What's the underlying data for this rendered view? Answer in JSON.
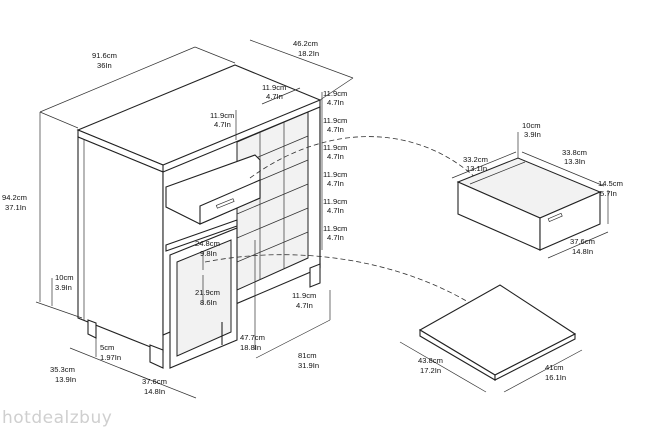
{
  "labels": {
    "width_cm": "91.6cm",
    "width_in": "36In",
    "depth_cm": "46.2cm",
    "depth_in": "18.2In",
    "height_cm": "94.2cm",
    "height_in": "37.1In",
    "base_cm": "10cm",
    "base_in": "3.9In",
    "leg_cm": "5cm",
    "leg_in": "1.97In",
    "inner_depth_cm": "35.3cm",
    "inner_depth_in": "13.9In",
    "door_w_cm": "37.6cm",
    "door_w_in": "14.8In",
    "door_h_cm": "47.7cm",
    "door_h_in": "18.8In",
    "rack_h_cm": "81cm",
    "rack_h_in": "31.9In",
    "shelf_gap_cm": "24.8cm",
    "shelf_gap_in": "9.8In",
    "shelf_gap2_cm": "21.9cm",
    "shelf_gap2_in": "8.6In",
    "cell_top_cm": "11.9cm",
    "cell_top_in": "4.7In",
    "cell_left_cm": "11.9cm",
    "cell_left_in": "4.7In",
    "cell_bottom_cm": "11.9cm",
    "cell_bottom_in": "4.7In",
    "cell_side_cm": "11.9cm",
    "cell_side_in": "4.7In",
    "drawer_h_cm": "10cm",
    "drawer_h_in": "3.9In",
    "drawer_inner_cm": "33.2cm",
    "drawer_inner_in": "13.1In",
    "drawer_w_cm": "33.8cm",
    "drawer_w_in": "13.3In",
    "drawer_side_cm": "14.5cm",
    "drawer_side_in": "5.7In",
    "drawer_d_cm": "37.6cm",
    "drawer_d_in": "14.8In",
    "shelf_a_cm": "43.8cm",
    "shelf_a_in": "17.2In",
    "shelf_b_cm": "41cm",
    "shelf_b_in": "16.1In"
  },
  "watermark": "hotdealzbuy"
}
